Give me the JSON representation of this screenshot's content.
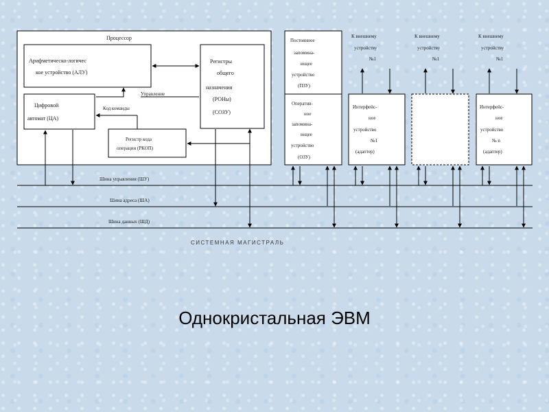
{
  "title": "Однокристальная ЭВМ",
  "system_bus": "СИСТЕМНАЯ МАГИСТРАЛЬ",
  "buses": {
    "control": "Шина управления (ШУ)",
    "address": "Шина адреса (ША)",
    "data": "Шина данных (ШД)"
  },
  "processor": {
    "label": "Процессор",
    "alu": [
      "Арифметическо-логичес",
      "кое устройство (АЛУ)"
    ],
    "digital_automaton": [
      "Цифровой",
      "автомат (ЦА)"
    ],
    "registers": [
      "Регистры",
      "общего",
      "назначения",
      "(РОНы)",
      "(СОЗУ)"
    ],
    "opcode_register": [
      "Регистр кода",
      "операции (РКОП)"
    ],
    "control_label": "Управление",
    "opcode_label": "Код команды"
  },
  "rom": [
    "Постоянное",
    "запомина-",
    "ющее",
    "устройство",
    "(ПЗУ)"
  ],
  "ram": [
    "Оператив-",
    "ное",
    "запомина-",
    "ющее",
    "устройство",
    "(ОЗУ)"
  ],
  "external": {
    "dev1": [
      "К внешнему",
      "устройству",
      "№1"
    ],
    "dev2": [
      "К внешнему",
      "устройству",
      "№1"
    ],
    "dev3": [
      "К внешнему",
      "устройству",
      "№1"
    ]
  },
  "interfaces": {
    "if1": [
      "Интерфейс-",
      "ное",
      "устройство",
      "№1",
      "(адаптер)"
    ],
    "if2": [
      "Интерфейс-",
      "ное",
      "устройство",
      "№ n",
      "(адаптер)"
    ]
  }
}
